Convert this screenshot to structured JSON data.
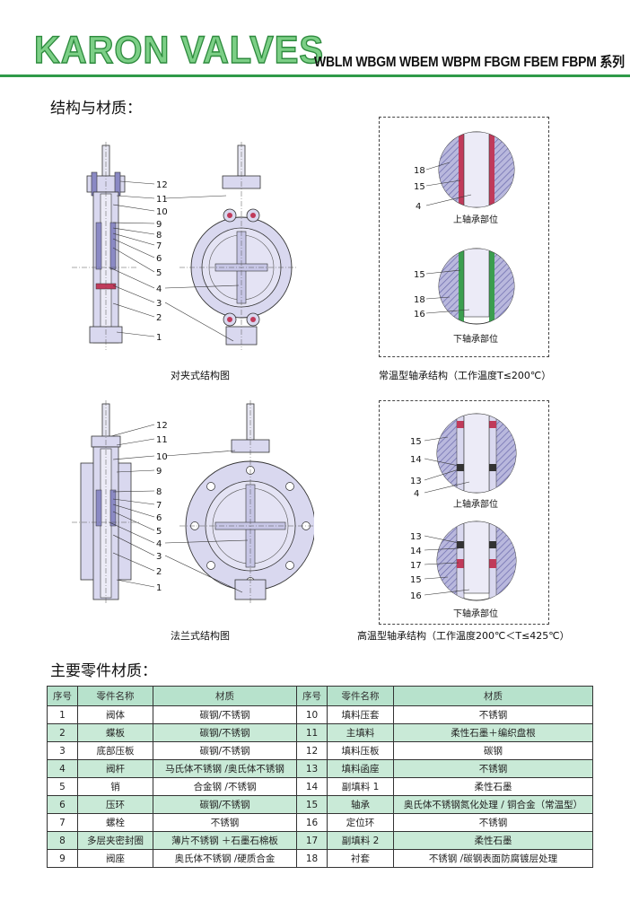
{
  "header": {
    "brand": "KARON VALVES",
    "series": "WBLM  WBGM  WBEM  WBPM FBGM  FBEM  FBPM  系列"
  },
  "section_structure": {
    "title": "结构与材质："
  },
  "wafer": {
    "caption": "对夹式结构图",
    "callouts": [
      "12",
      "11",
      "10",
      "9",
      "8",
      "7",
      "6",
      "5",
      "4",
      "3",
      "2",
      "1"
    ]
  },
  "normal_temp": {
    "caption": "常温型轴承结构（工作温度T≤200℃）",
    "upper": {
      "callouts": [
        "18",
        "15",
        "4"
      ],
      "label": "上轴承部位"
    },
    "lower": {
      "callouts": [
        "15",
        "18",
        "16"
      ],
      "label": "下轴承部位"
    }
  },
  "flange": {
    "caption": "法兰式结构图",
    "callouts": [
      "12",
      "11",
      "10",
      "9",
      "8",
      "7",
      "6",
      "5",
      "4",
      "3",
      "2",
      "1"
    ]
  },
  "high_temp": {
    "caption": "高温型轴承结构（工作温度200℃＜T≤425℃）",
    "upper": {
      "callouts": [
        "15",
        "14",
        "13",
        "4"
      ],
      "label": "上轴承部位"
    },
    "lower": {
      "callouts": [
        "13",
        "14",
        "17",
        "15",
        "16"
      ],
      "label": "下轴承部位"
    }
  },
  "section_materials": {
    "title": "主要零件材质："
  },
  "parts_table": {
    "headers": [
      "序号",
      "零件名称",
      "材质",
      "序号",
      "零件名称",
      "材质"
    ],
    "rows": [
      [
        "1",
        "阀体",
        "碳钢/不锈钢",
        "10",
        "填料压套",
        "不锈钢"
      ],
      [
        "2",
        "蝶板",
        "碳钢/不锈钢",
        "11",
        "主填料",
        "柔性石墨＋编织盘根"
      ],
      [
        "3",
        "底部压板",
        "碳钢/不锈钢",
        "12",
        "填料压板",
        "碳钢"
      ],
      [
        "4",
        "阀杆",
        "马氏体不锈钢 /奥氏体不锈钢",
        "13",
        "填料函座",
        "不锈钢"
      ],
      [
        "5",
        "销",
        "合金钢 /不锈钢",
        "14",
        "副填料 1",
        "柔性石墨"
      ],
      [
        "6",
        "压环",
        "碳钢/不锈钢",
        "15",
        "轴承",
        "奥氏体不锈钢氮化处理 / 铜合金（常温型）"
      ],
      [
        "7",
        "螺栓",
        "不锈钢",
        "16",
        "定位环",
        "不锈钢"
      ],
      [
        "8",
        "多层夹密封圈",
        "薄片不锈钢 ＋石墨石棉板",
        "17",
        "副填料 2",
        "柔性石墨"
      ],
      [
        "9",
        "阀座",
        "奥氏体不锈钢 /硬质合金",
        "18",
        "衬套",
        "不锈钢 /碳钢表面防腐镀层处理"
      ]
    ]
  },
  "colors": {
    "brand_green": "#2f9a49",
    "brand_fill": "#7ccf86",
    "table_header": "#b7e2cc",
    "table_alt_row": "#c9ead7",
    "drawing_body": "#d9d8ef",
    "drawing_dark": "#8a89c4"
  }
}
